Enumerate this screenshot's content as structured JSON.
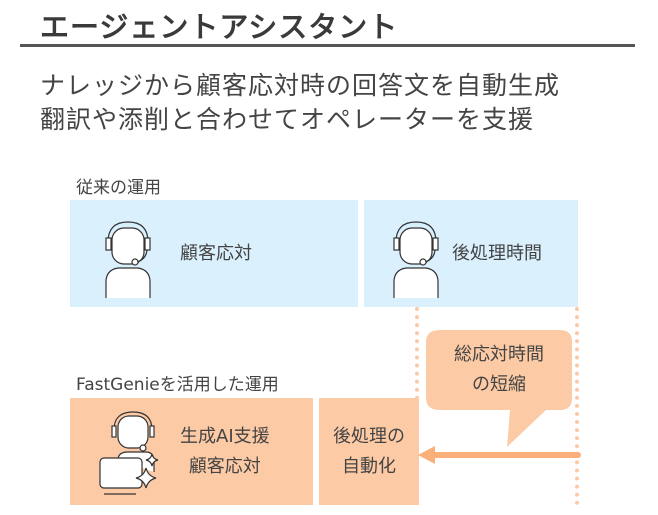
{
  "title": "エージェントアシスタント",
  "subtitle": [
    "ナレッジから顧客応対時の回答文を自動生成",
    "翻訳や添削と合わせてオペレーターを支援"
  ],
  "current": {
    "label": "従来の運用",
    "box1": "顧客応対",
    "box2": "後処理時間"
  },
  "fastgenie": {
    "label": "FastGenieを活用した運用",
    "box1_line1": "生成AI支援",
    "box1_line2": "顧客応対",
    "box2_line1": "後処理の",
    "box2_line2": "自動化"
  },
  "callout": {
    "line1": "総応対時間",
    "line2": "の短縮"
  },
  "colors": {
    "blue": "#daf0fd",
    "orange": "#fccaa4",
    "arrow": "#fbb07c"
  }
}
